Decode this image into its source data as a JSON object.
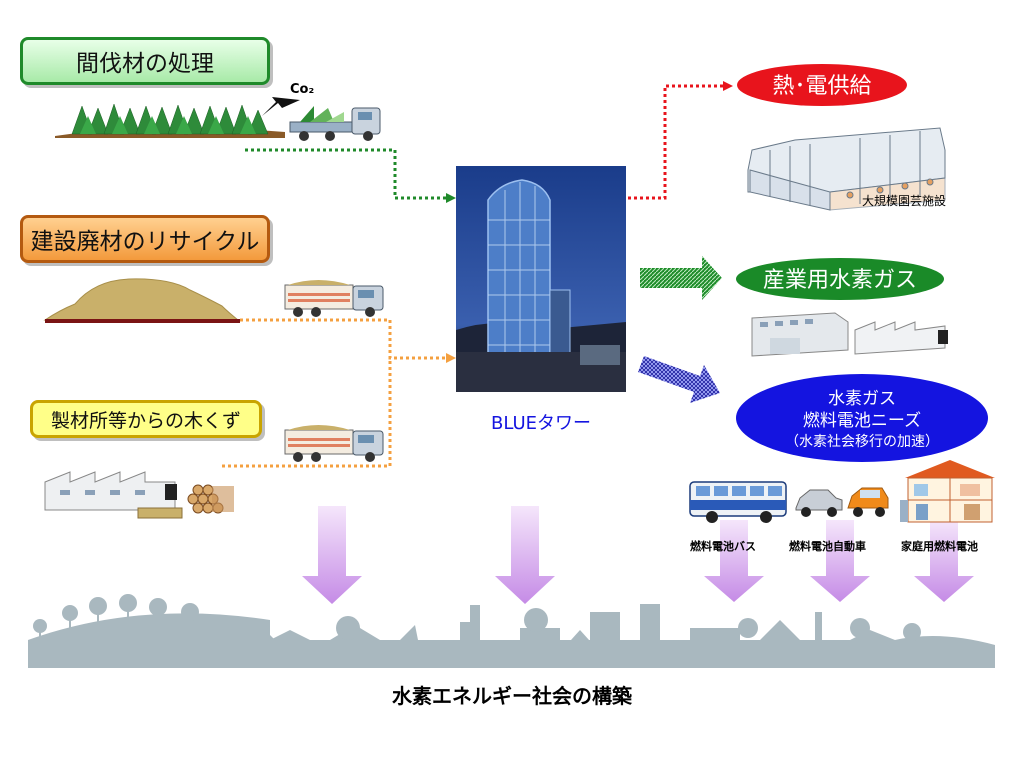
{
  "inputs": {
    "forest_thinning": "間伐材の処理",
    "construction_waste": "建設廃材のリサイクル",
    "sawmill_waste": "製材所等からの木くず",
    "co2_label": "Co₂"
  },
  "center": {
    "tower_caption": "BLUEタワー"
  },
  "outputs": {
    "heat_power": "熱･電供給",
    "greenhouse_caption": "大規模園芸施設",
    "industrial_hydrogen": "産業用水素ガス",
    "fuel_cell_line1": "水素ガス",
    "fuel_cell_line2": "燃料電池ニーズ",
    "fuel_cell_line3": "（水素社会移行の加速）",
    "fc_bus": "燃料電池バス",
    "fc_car": "燃料電池自動車",
    "home_fc": "家庭用燃料電池"
  },
  "footer": {
    "society": "水素エネルギー社会の構築"
  },
  "colors": {
    "green_box": "#ccf5cc",
    "orange_box": "#f7a64a",
    "yellow_box": "#ffff88",
    "red_ellipse": "#e8141c",
    "green_ellipse": "#1a8a28",
    "blue_ellipse": "#1414e0",
    "skyline": "#a9b8bf",
    "down_arrow": "#d7a3ee"
  }
}
